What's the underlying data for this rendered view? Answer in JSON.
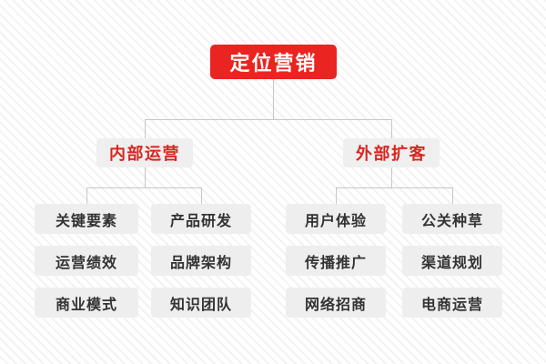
{
  "diagram": {
    "title": "定位营销",
    "background_color": "#ffffff",
    "stripe_color": "#f2f2f2",
    "connector_color": "#c6c6c6",
    "root": {
      "label": "定位营销",
      "bg_color": "#ea2420",
      "text_color": "#ffffff"
    },
    "branches": [
      {
        "label": "内部运营",
        "bg_color": "#efefef",
        "text_color": "#d8261f",
        "columns": [
          {
            "items": [
              "关键要素",
              "运营绩效",
              "商业模式"
            ]
          },
          {
            "items": [
              "产品研发",
              "品牌架构",
              "知识团队"
            ]
          }
        ]
      },
      {
        "label": "外部扩客",
        "bg_color": "#efefef",
        "text_color": "#d8261f",
        "columns": [
          {
            "items": [
              "用户体验",
              "传播推广",
              "网络招商"
            ]
          },
          {
            "items": [
              "公关种草",
              "渠道规划",
              "电商运营"
            ]
          }
        ]
      }
    ],
    "leaf_style": {
      "bg_color": "#eeeeee",
      "text_color": "#333333"
    }
  }
}
